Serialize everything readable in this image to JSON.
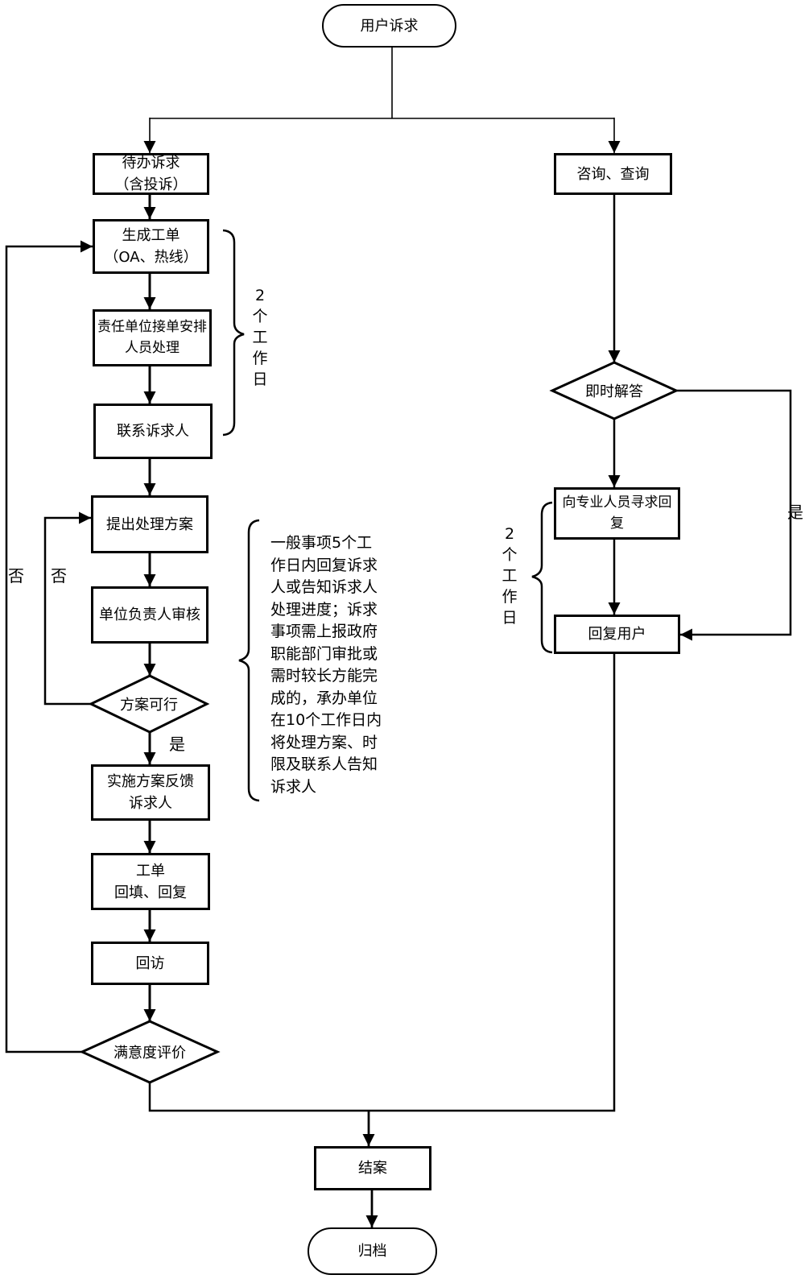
{
  "colors": {
    "stroke": "#000000",
    "background": "#ffffff"
  },
  "nodes": {
    "start": "用户诉求",
    "pending": "待办诉求\n（含投诉）",
    "create": "生成工单\n（OA、热线）",
    "assign": "责任单位接单安排\n人员处理",
    "contact": "联系诉求人",
    "propose": "提出处理方案",
    "review": "单位负责人审核",
    "feasible": "方案可行",
    "implement": "实施方案反馈\n诉求人",
    "ticket": "工单\n回填、回复",
    "revisit": "回访",
    "satisfaction": "满意度评价",
    "consult": "咨询、查询",
    "instant": "即时解答",
    "seek": "向专业人员寻求回复",
    "reply": "回复用户",
    "close": "结案",
    "archive": "归档"
  },
  "labels": {
    "yes_feasible": "是",
    "no_feasible": "否",
    "no_satisfaction": "否",
    "yes_instant": "是",
    "sla_left": "2\n个\n工\n作\n日",
    "sla_right": "2\n个\n工\n作\n日"
  },
  "annotation": "一般事项5个工\n作日内回复诉求\n人或告知诉求人\n处理进度；诉求\n事项需上报政府\n职能部门审批或\n需时较长方能完\n成的，承办单位\n在10个工作日内\n将处理方案、时\n限及联系人告知\n诉求人"
}
